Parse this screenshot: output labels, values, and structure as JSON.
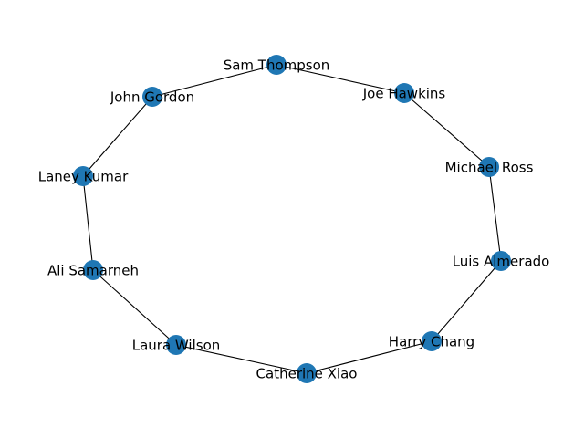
{
  "graph": {
    "node_color": "#1f77b4",
    "edge_color": "#000000",
    "nodes": [
      {
        "id": "sam",
        "label": "Sam Thompson"
      },
      {
        "id": "joe",
        "label": "Joe Hawkins"
      },
      {
        "id": "michael",
        "label": "Michael Ross"
      },
      {
        "id": "luis",
        "label": "Luis Almerado"
      },
      {
        "id": "harry",
        "label": "Harry Chang"
      },
      {
        "id": "catherine",
        "label": "Catherine Xiao"
      },
      {
        "id": "laura",
        "label": "Laura Wilson"
      },
      {
        "id": "ali",
        "label": "Ali Samarneh"
      },
      {
        "id": "laney",
        "label": "Laney Kumar"
      },
      {
        "id": "john",
        "label": "John Gordon"
      }
    ],
    "edges": [
      [
        "sam",
        "joe"
      ],
      [
        "joe",
        "michael"
      ],
      [
        "michael",
        "luis"
      ],
      [
        "luis",
        "harry"
      ],
      [
        "harry",
        "catherine"
      ],
      [
        "catherine",
        "laura"
      ],
      [
        "laura",
        "ali"
      ],
      [
        "ali",
        "laney"
      ],
      [
        "laney",
        "john"
      ],
      [
        "john",
        "sam"
      ]
    ]
  }
}
